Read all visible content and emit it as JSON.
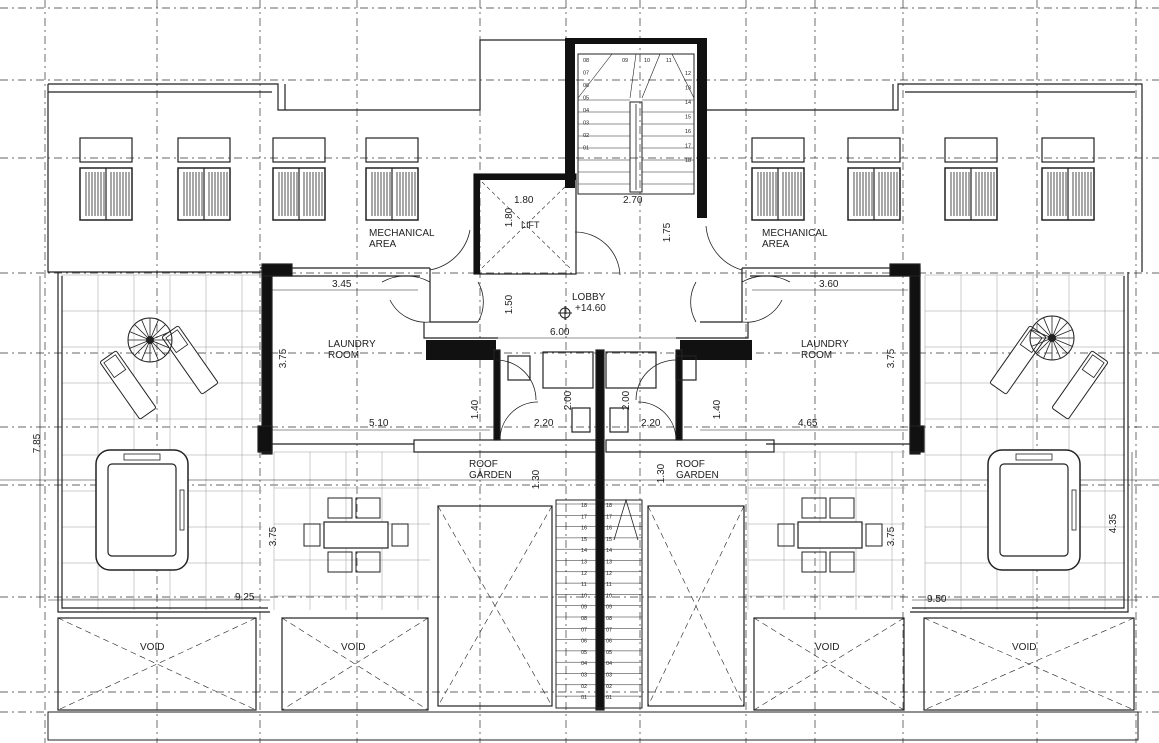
{
  "drawing": {
    "line_color": "#222222",
    "wall_fill": "#111111",
    "grid_color": "#333333",
    "tile_color": "#9a9a9a"
  },
  "rooms": {
    "mechanical_left": [
      "MECHANICAL",
      "AREA"
    ],
    "mechanical_right": [
      "MECHANICAL",
      "AREA"
    ],
    "laundry_left": [
      "LAUNDRY",
      "ROOM"
    ],
    "laundry_right": [
      "LAUNDRY",
      "ROOM"
    ],
    "lobby": [
      "LOBBY",
      "+14.60"
    ],
    "lift": "LIFT",
    "roof_garden_left": [
      "ROOF",
      "GARDEN"
    ],
    "roof_garden_right": [
      "ROOF",
      "GARDEN"
    ],
    "void": [
      "VOID",
      "VOID",
      "VOID",
      "VOID"
    ]
  },
  "dimensions": {
    "lift_width": "1.80",
    "lift_depth": "1.80",
    "stair_width": "2.70",
    "stair_landing": "1.75",
    "laundry_left_width": "3.45",
    "laundry_right_width": "3.60",
    "lobby_depth": "1.50",
    "lobby_width": "6.00",
    "laundry_left_depth": "3.75",
    "laundry_right_depth": "3.75",
    "terrace_left_depth": "7.85",
    "wc_left_depth": "1.40",
    "wc_right_depth": "1.40",
    "shower_left_depth": "2.00",
    "shower_right_depth": "2.00",
    "bath_left_width": "2.20",
    "bath_right_width": "2.20",
    "laundry_left_length": "5.10",
    "laundry_right_length": "4.65",
    "garden_left_depth": "1.30",
    "garden_right_depth": "1.30",
    "terrace_left_lower": "3.75",
    "terrace_right_lower": "3.75",
    "terrace_right_depth": "4.35",
    "terrace_left_width": "9.25",
    "terrace_right_width": "9.50"
  },
  "stair_numbers_top": {
    "left": [
      "08",
      "07",
      "06",
      "05",
      "04",
      "03",
      "02",
      "01"
    ],
    "top": [
      "09",
      "10",
      "11"
    ],
    "right": [
      "12",
      "13",
      "14",
      "15",
      "16",
      "17",
      "18"
    ]
  },
  "stair_numbers_bottom": {
    "left": [
      "18",
      "17",
      "16",
      "15",
      "14",
      "13",
      "12",
      "11",
      "10",
      "09",
      "08",
      "07",
      "06",
      "05",
      "04",
      "03",
      "02",
      "01"
    ],
    "right": [
      "18",
      "17",
      "16",
      "15",
      "14",
      "13",
      "12",
      "11",
      "10",
      "09",
      "08",
      "07",
      "06",
      "05",
      "04",
      "03",
      "02",
      "01"
    ]
  }
}
